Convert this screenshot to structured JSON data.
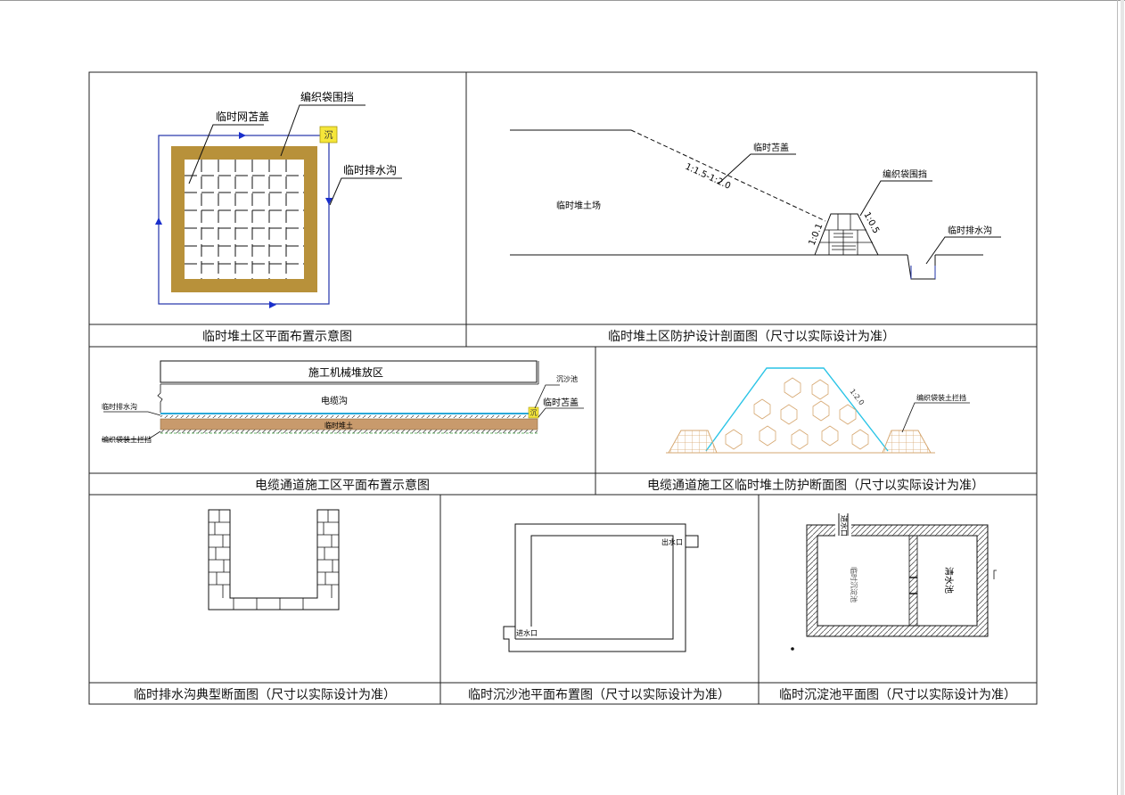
{
  "captions": {
    "c1": "临时堆土区平面布置示意图",
    "c2": "临时堆土区防护设计剖面图（尺寸以实际设计为准）",
    "c3": "电缆通道施工区平面布置示意图",
    "c4": "电缆通道施工区临时堆土防护断面图（尺寸以实际设计为准）",
    "c5": "临时排水沟典型断面图（尺寸以实际设计为准）",
    "c6": "临时沉沙池平面布置图（尺寸以实际设计为准）",
    "c7": "临时沉淀池平面图（尺寸以实际设计为准）"
  },
  "p1": {
    "net_cover": "临时网苫盖",
    "bag_wall": "编织袋围挡",
    "drain": "临时排水沟",
    "pond_tag": "沉"
  },
  "p2": {
    "cover": "临时苫盖",
    "slope": "1:1.5-1:2.0",
    "bag_wall": "编织袋围挡",
    "field": "临时堆土场",
    "slope_left": "1:0.1",
    "slope_right": "1:0.5",
    "drain": "临时排水沟"
  },
  "p3": {
    "machine_area": "施工机械堆放区",
    "cable_trench": "电缆沟",
    "spoil": "临时堆土",
    "drain": "临时排水沟",
    "bag_wall": "编织袋装土拦挡",
    "pond": "沉沙池",
    "cover": "临时苫盖",
    "pond_tag": "沉"
  },
  "p4": {
    "slope": "1:2.0",
    "bag_wall": "编织袋装土拦挡"
  },
  "p6": {
    "outlet": "出水口",
    "inlet": "进水口"
  },
  "p7": {
    "inlet": "进水口",
    "left_pool": "临时沉淀池",
    "right_pool": "清水池"
  }
}
